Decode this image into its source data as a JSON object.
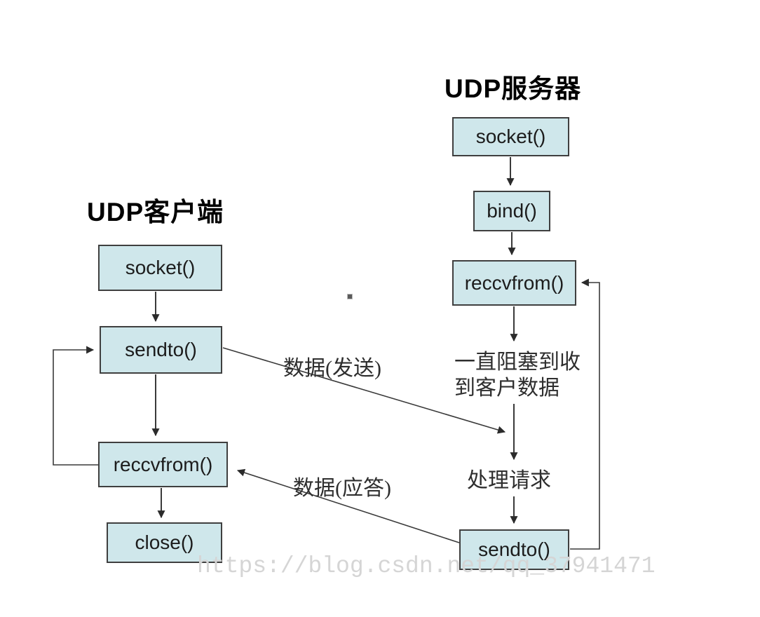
{
  "diagram": {
    "server": {
      "title": "UDP服务器",
      "nodes": {
        "socket": "socket()",
        "bind": "bind()",
        "recvfrom": "reccvfrom()",
        "sendto": "sendto()"
      },
      "annotations": {
        "blocking_line1": "一直阻塞到收",
        "blocking_line2": "到客户数据",
        "process": "处理请求"
      }
    },
    "client": {
      "title": "UDP客户端",
      "nodes": {
        "socket": "socket()",
        "sendto": "sendto()",
        "recvfrom": "reccvfrom()",
        "close": "close()"
      }
    },
    "edges": {
      "send_label": "数据(发送)",
      "reply_label": "数据(应答)"
    },
    "watermark": "https://blog.csdn.net/qq_37941471",
    "colors": {
      "node_fill": "#cfe7eb",
      "node_border": "#3f3f3f",
      "line": "#3a3a3a",
      "title_text": "#000000",
      "watermark_text": "#d5d5d5",
      "background": "#ffffff"
    }
  }
}
